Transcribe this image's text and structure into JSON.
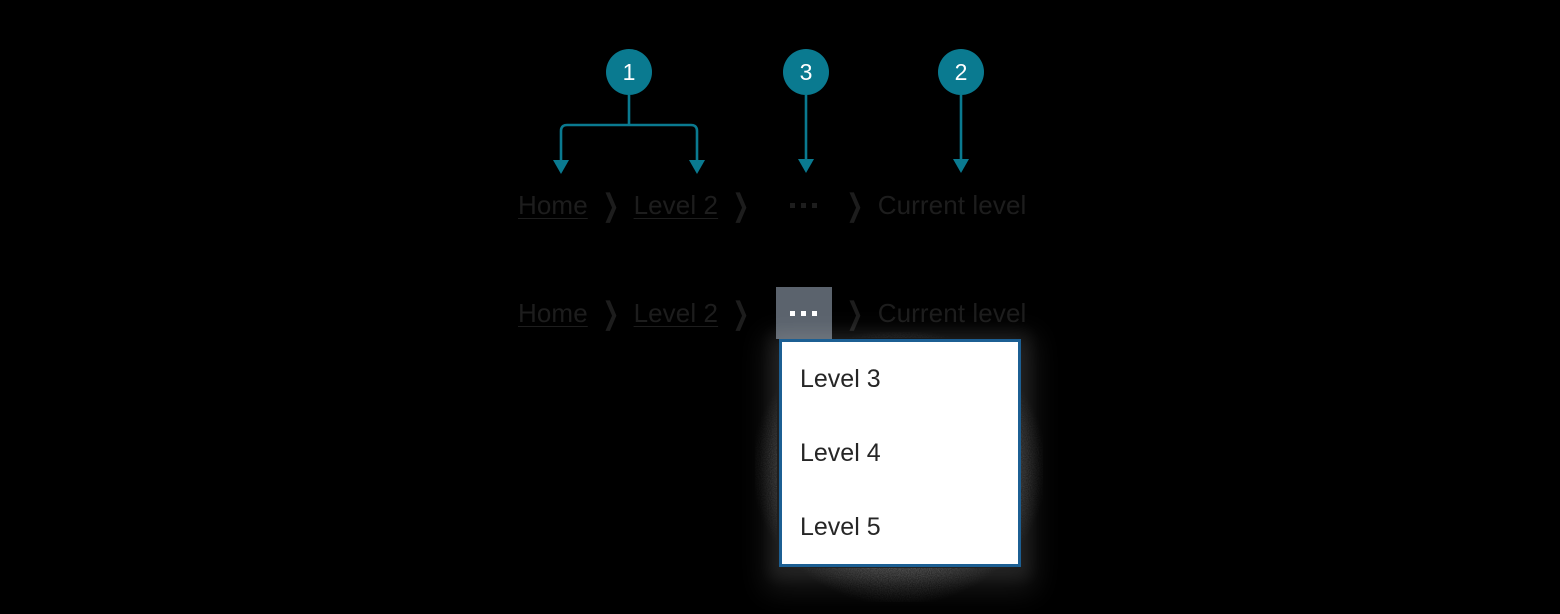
{
  "theme": {
    "background": "#000000",
    "badge_color": "#0a7a90",
    "badge_text": "#ffffff",
    "connector_color": "#0a7a90",
    "crumb_text": "#1d1d1d",
    "flyout_bg": "#ffffff",
    "flyout_border": "#1c5f93",
    "flyout_text": "#262626",
    "ellipsis_open_bg": "#5b636d",
    "ellipsis_open_dots": "#ffffff"
  },
  "annotations": [
    {
      "id": "1",
      "label": "1",
      "target": "breadcrumb-links"
    },
    {
      "id": "3",
      "label": "3",
      "target": "overflow-ellipsis"
    },
    {
      "id": "2",
      "label": "2",
      "target": "current-level"
    }
  ],
  "breadcrumb_default": {
    "items": [
      {
        "label": "Home",
        "type": "link"
      },
      {
        "label": "Level 2",
        "type": "link"
      },
      {
        "label": "…",
        "type": "overflow",
        "state": "default"
      },
      {
        "label": "Current level",
        "type": "current"
      }
    ],
    "separator": "❯"
  },
  "breadcrumb_open": {
    "items": [
      {
        "label": "Home",
        "type": "link"
      },
      {
        "label": "Level 2",
        "type": "link"
      },
      {
        "label": "…",
        "type": "overflow",
        "state": "open"
      },
      {
        "label": "Current level",
        "type": "current"
      }
    ],
    "separator": "❯"
  },
  "flyout": {
    "items": [
      {
        "label": "Level 3"
      },
      {
        "label": "Level 4"
      },
      {
        "label": "Level 5"
      }
    ]
  }
}
